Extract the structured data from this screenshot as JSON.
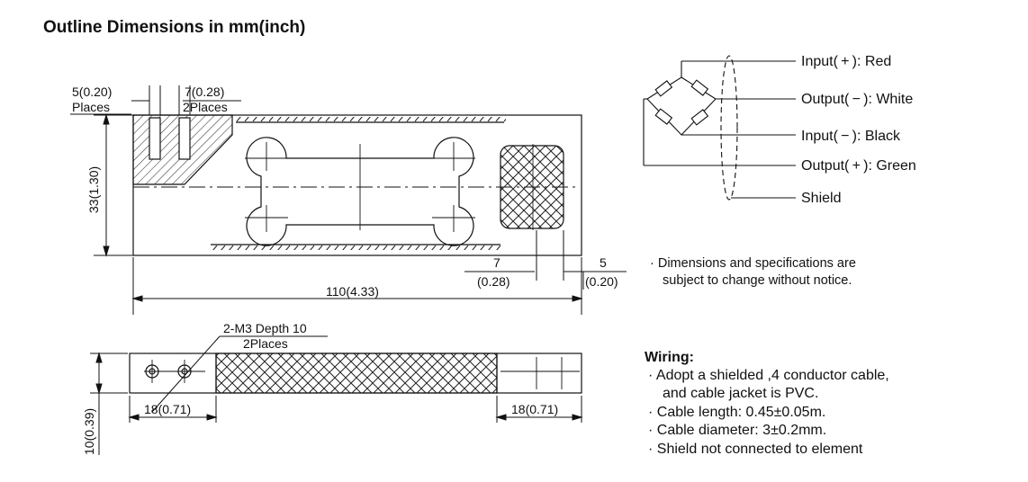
{
  "title": "Outline Dimensions in mm(inch)",
  "top_view": {
    "dim_left_holes_value": "5(0.20)",
    "dim_left_holes_note": "Places",
    "dim_right_holes_value": "7(0.28)",
    "dim_right_holes_note": "2Places",
    "dim_height": "33(1.30)",
    "dim_length": "110(4.33)",
    "dim_pad_7_value": "7",
    "dim_pad_7_inch": "(0.28)",
    "dim_pad_5_value": "5",
    "dim_pad_5_inch": "(0.20)"
  },
  "side_view": {
    "thread_note": "2-M3 Depth 10",
    "thread_places": "2Places",
    "dim_left": "18(0.71)",
    "dim_right": "18(0.71)",
    "dim_height": "10(0.39)"
  },
  "wiring_diagram": {
    "input_plus": "Input( + ): Red",
    "output_minus": "Output( − ): White",
    "input_minus": "Input( − ): Black",
    "output_plus": "Output( + ): Green",
    "shield": "Shield"
  },
  "notice": {
    "line1": "· Dimensions and specifications are",
    "line2": "subject to change without notice."
  },
  "wiring": {
    "title": "Wiring:",
    "lines": [
      "· Adopt a shielded ,4 conductor cable,",
      "and cable jacket is PVC.",
      "· Cable length: 0.45±0.05m.",
      "· Cable diameter: 3±0.2mm.",
      "· Shield not connected to element"
    ]
  }
}
